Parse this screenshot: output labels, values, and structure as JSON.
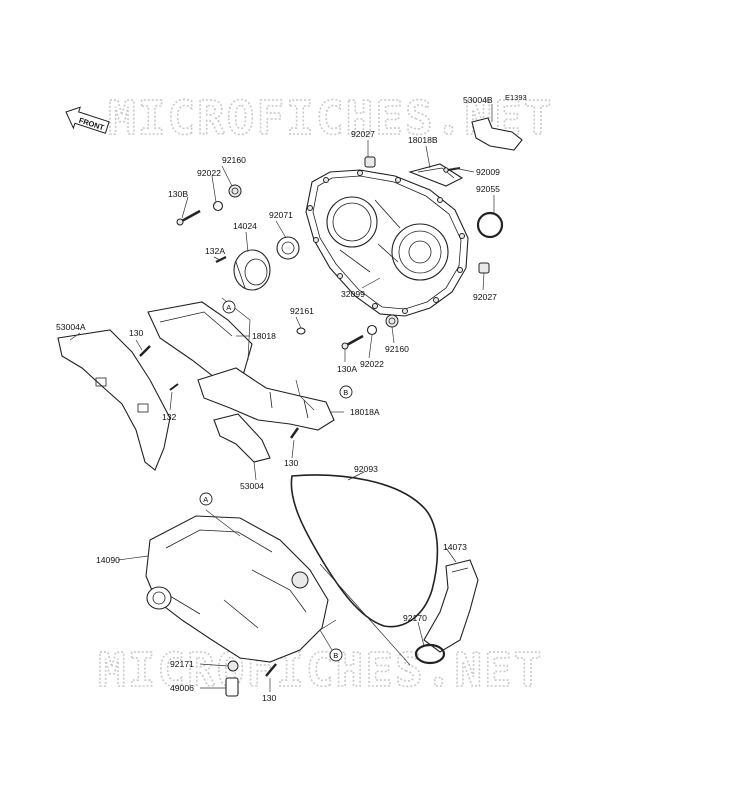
{
  "watermarks": [
    "MICROFICHES.NET",
    "MICROFICHES.NET"
  ],
  "diagram_code": "E1393",
  "front_badge": "FRONT",
  "callouts": [
    "A",
    "B",
    "A",
    "B"
  ],
  "labels": [
    {
      "id": "53004B"
    },
    {
      "id": "92027"
    },
    {
      "id": "18018B"
    },
    {
      "id": "92009"
    },
    {
      "id": "92055"
    },
    {
      "id": "92160"
    },
    {
      "id": "92022"
    },
    {
      "id": "130B"
    },
    {
      "id": "92071"
    },
    {
      "id": "14024"
    },
    {
      "id": "132A"
    },
    {
      "id": "32099"
    },
    {
      "id": "92027"
    },
    {
      "id": "92161"
    },
    {
      "id": "130"
    },
    {
      "id": "18018"
    },
    {
      "id": "53004A"
    },
    {
      "id": "130A"
    },
    {
      "id": "92022"
    },
    {
      "id": "92160"
    },
    {
      "id": "132"
    },
    {
      "id": "18018A"
    },
    {
      "id": "130"
    },
    {
      "id": "53004"
    },
    {
      "id": "92093"
    },
    {
      "id": "14090"
    },
    {
      "id": "14073"
    },
    {
      "id": "92170"
    },
    {
      "id": "92171"
    },
    {
      "id": "49006"
    },
    {
      "id": "130"
    }
  ]
}
